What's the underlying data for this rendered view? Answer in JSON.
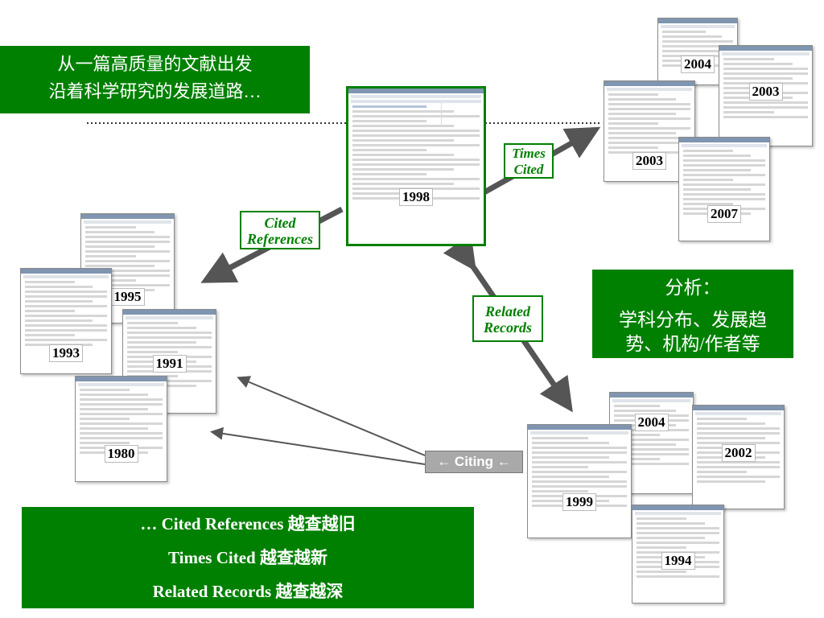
{
  "top_left_box": {
    "line1": "从一篇高质量的文献出发",
    "line2": "沿着科学研究的发展道路…"
  },
  "labels": {
    "times_cited": "Times Cited",
    "cited_references": "Cited References",
    "related_records": "Related Records",
    "citing": "← Citing ←"
  },
  "analysis_box": {
    "title": "分析：",
    "line1": "学科分布、发展趋",
    "line2": "势、机构/作者等"
  },
  "bottom_box": {
    "line1": "… Cited References 越查越旧",
    "line2": "Times Cited 越查越新",
    "line3": "Related Records 越查越深"
  },
  "records": {
    "center": "1998",
    "times_cited": [
      "2004",
      "2003",
      "2003",
      "2007"
    ],
    "cited_references": [
      "1995",
      "1993",
      "1991",
      "1980"
    ],
    "related_records": [
      "2004",
      "2002",
      "1999",
      "1994"
    ]
  },
  "colors": {
    "green": "#008000",
    "arrow_dark": "#555555",
    "citing_gray": "#a9a9a9"
  }
}
